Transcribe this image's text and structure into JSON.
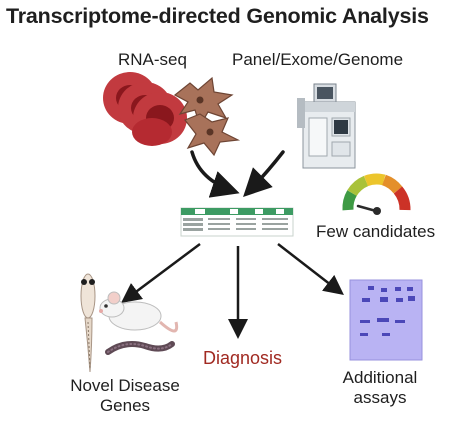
{
  "title": "Transcriptome-directed Genomic Analysis",
  "labels": {
    "rna_seq": "RNA-seq",
    "panel": "Panel/Exome/Genome",
    "few_candidates": "Few candidates",
    "diagnosis": "Diagnosis",
    "novel_line1": "Novel Disease",
    "novel_line2": "Genes",
    "additional_line1": "Additional",
    "additional_line2": "assays"
  },
  "colors": {
    "diagnosis_text": "#a12a22",
    "arrow": "#1a1a1a",
    "gel": "#b3aef0",
    "gel_band": "#4b47b8",
    "rbc": "#b0242e",
    "fibroblast": "#a8725a",
    "spreadsheet_header": "#3d9b63"
  },
  "icons": [
    "red-blood-cells-icon",
    "fibroblast-cells-icon",
    "sequencer-icon",
    "spreadsheet-icon",
    "gauge-icon",
    "zebrafish-icon",
    "mouse-icon",
    "worm-icon",
    "gel-icon"
  ]
}
